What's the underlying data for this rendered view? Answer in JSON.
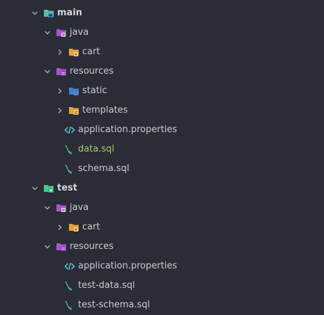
{
  "tree": {
    "main": {
      "label": "main"
    },
    "main_java": {
      "label": "java"
    },
    "main_java_cart": {
      "label": "cart"
    },
    "main_resources": {
      "label": "resources"
    },
    "main_static": {
      "label": "static"
    },
    "main_templates": {
      "label": "templates"
    },
    "main_app_props": {
      "label": "application.properties"
    },
    "main_data_sql": {
      "label": "data.sql"
    },
    "main_schema_sql": {
      "label": "schema.sql"
    },
    "test": {
      "label": "test"
    },
    "test_java": {
      "label": "java"
    },
    "test_java_cart": {
      "label": "cart"
    },
    "test_resources": {
      "label": "resources"
    },
    "test_app_props": {
      "label": "application.properties"
    },
    "test_data_sql": {
      "label": "test-data.sql"
    },
    "test_schema_sql": {
      "label": "test-schema.sql"
    }
  },
  "icons": {
    "source_root_folder": "source-root-folder-icon",
    "java_folder": "java-source-folder-icon",
    "package_folder": "package-folder-icon",
    "resources_folder": "resources-folder-icon",
    "web_folder": "web-folder-icon",
    "template_folder": "template-folder-icon",
    "properties_file": "properties-file-icon",
    "sql_file": "sql-file-icon",
    "test_folder": "test-source-folder-icon"
  },
  "colors": {
    "background": "#2b2d36",
    "text": "#c9cbd3",
    "modified_text": "#a8c96a",
    "folder_orange": "#e5a23a",
    "source_purple": "#b04fd6",
    "teal": "#4ec2a5"
  }
}
